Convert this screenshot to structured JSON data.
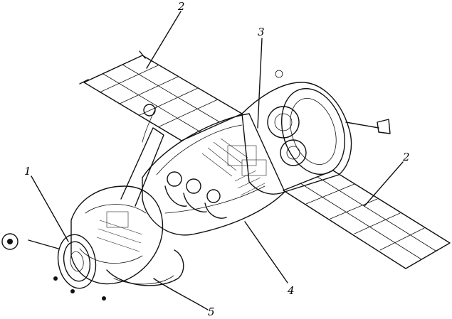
{
  "callouts": [
    {
      "id": "1",
      "label": "1"
    },
    {
      "id": "2a",
      "label": "2"
    },
    {
      "id": "3",
      "label": "3"
    },
    {
      "id": "2b",
      "label": "2"
    },
    {
      "id": "4",
      "label": "4"
    },
    {
      "id": "5",
      "label": "5"
    }
  ]
}
